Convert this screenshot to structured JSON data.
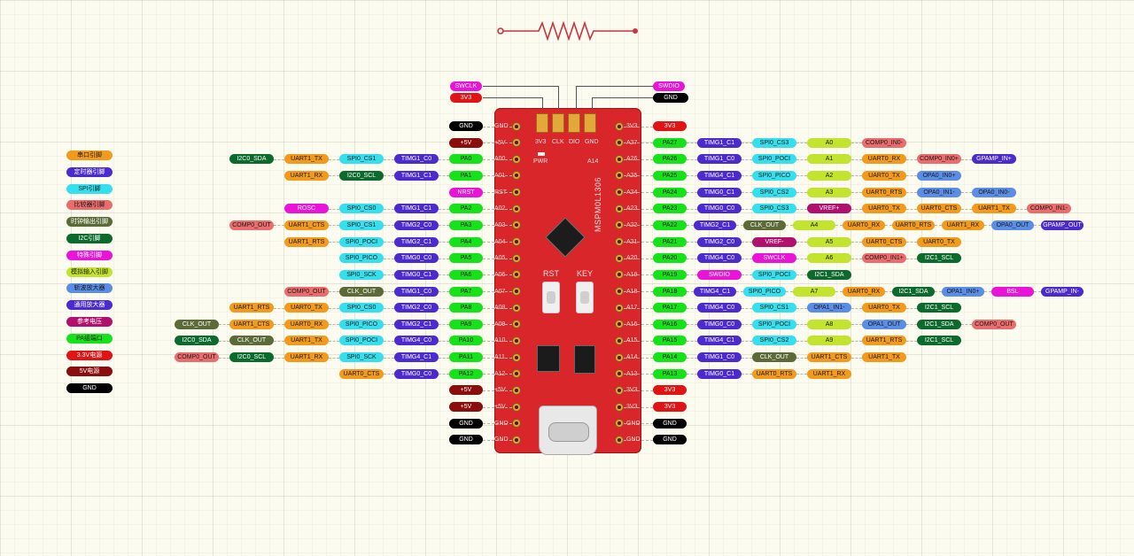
{
  "board": {
    "name": "MSPM0L1306",
    "swd_labels": [
      "3V3",
      "CLK",
      "DIO",
      "GND"
    ],
    "pwr_label": "PWR",
    "a14_label": "A14",
    "rst_label": "RST",
    "key_label": "KEY"
  },
  "top_labels": {
    "swclk": "SWCLK",
    "swclk_3v3": "3V3",
    "swdio": "SWDIO",
    "swdio_gnd": "GND"
  },
  "colors": {
    "port": "#16e21a",
    "timg": "#4b2bd0",
    "spi": "#35e0ee",
    "uart": "#f29a1c",
    "i2c": "#0c6b2c",
    "analog": "#c2e42e",
    "opa": "#5a8de6",
    "comp": "#ea6c6c",
    "clk": "#5b6a36",
    "special": "#ea14d8",
    "vref": "#b0106e",
    "gnd": "#000000",
    "v33": "#e01414",
    "v5": "#8a0e0e",
    "board": "#d8262a"
  },
  "legend": [
    {
      "text": "串口引脚",
      "color": "uart"
    },
    {
      "text": "定时器引脚",
      "color": "timg"
    },
    {
      "text": "SPI引脚",
      "color": "spi"
    },
    {
      "text": "比较器引脚",
      "color": "comp"
    },
    {
      "text": "时钟输出引脚",
      "color": "clk"
    },
    {
      "text": "I2C引脚",
      "color": "i2c"
    },
    {
      "text": "特殊引脚",
      "color": "special"
    },
    {
      "text": "模拟输入引脚",
      "color": "analog"
    },
    {
      "text": "斩波放大器",
      "color": "opa"
    },
    {
      "text": "通用放大器",
      "color": "timg"
    },
    {
      "text": "参考电压",
      "color": "vref"
    },
    {
      "text": "PA组端口",
      "color": "port"
    },
    {
      "text": "3.3V电源",
      "color": "v33"
    },
    {
      "text": "5V电源",
      "color": "v5"
    },
    {
      "text": "GND",
      "color": "gnd"
    }
  ],
  "left_pins": [
    {
      "pin": "GND",
      "port": {
        "text": "GND",
        "color": "gnd"
      },
      "chips": []
    },
    {
      "pin": "+5V",
      "port": {
        "text": "+5V",
        "color": "v5"
      },
      "chips": []
    },
    {
      "pin": "A00",
      "port": {
        "text": "PA0",
        "color": "port"
      },
      "chips": [
        {
          "text": "TIMG1_C0",
          "color": "timg"
        },
        {
          "text": "SPI0_CS1",
          "color": "spi"
        },
        {
          "text": "UART1_TX",
          "color": "uart"
        },
        {
          "text": "I2C0_SDA",
          "color": "i2c"
        }
      ]
    },
    {
      "pin": "A01",
      "port": {
        "text": "PA1",
        "color": "port"
      },
      "chips": [
        {
          "text": "TIMG1_C1",
          "color": "timg"
        },
        {
          "text": "I2C0_SCL",
          "color": "i2c"
        },
        {
          "text": "UART1_RX",
          "color": "uart"
        }
      ]
    },
    {
      "pin": "RST",
      "port": {
        "text": "NRST",
        "color": "special"
      },
      "chips": []
    },
    {
      "pin": "A02",
      "port": {
        "text": "PA2",
        "color": "port"
      },
      "chips": [
        {
          "text": "TIMG1_C1",
          "color": "timg"
        },
        {
          "text": "SPI0_CS0",
          "color": "spi"
        },
        {
          "text": "ROSC",
          "color": "special"
        }
      ]
    },
    {
      "pin": "A03",
      "port": {
        "text": "PA3",
        "color": "port"
      },
      "chips": [
        {
          "text": "TIMG2_C0",
          "color": "timg"
        },
        {
          "text": "SPI0_CS1",
          "color": "spi"
        },
        {
          "text": "UART1_CTS",
          "color": "uart"
        },
        {
          "text": "COMP0_OUT",
          "color": "comp"
        }
      ]
    },
    {
      "pin": "A04",
      "port": {
        "text": "PA4",
        "color": "port"
      },
      "chips": [
        {
          "text": "TIMG2_C1",
          "color": "timg"
        },
        {
          "text": "SPI0_POCI",
          "color": "spi"
        },
        {
          "text": "UART1_RTS",
          "color": "uart"
        }
      ]
    },
    {
      "pin": "A05",
      "port": {
        "text": "PA5",
        "color": "port"
      },
      "chips": [
        {
          "text": "TIMG0_C0",
          "color": "timg"
        },
        {
          "text": "SPI0_PICO",
          "color": "spi"
        }
      ]
    },
    {
      "pin": "A06",
      "port": {
        "text": "PA6",
        "color": "port"
      },
      "chips": [
        {
          "text": "TIMG0_C1",
          "color": "timg"
        },
        {
          "text": "SPI0_SCK",
          "color": "spi"
        }
      ]
    },
    {
      "pin": "A07",
      "port": {
        "text": "PA7",
        "color": "port"
      },
      "chips": [
        {
          "text": "TIMG1_C0",
          "color": "timg"
        },
        {
          "text": "CLK_OUT",
          "color": "clk"
        },
        {
          "text": "COMP0_OUT",
          "color": "comp"
        }
      ]
    },
    {
      "pin": "A08",
      "port": {
        "text": "PA8",
        "color": "port"
      },
      "chips": [
        {
          "text": "TIMG2_C0",
          "color": "timg"
        },
        {
          "text": "SPI0_CS0",
          "color": "spi"
        },
        {
          "text": "UART0_TX",
          "color": "uart"
        },
        {
          "text": "UART1_RTS",
          "color": "uart"
        }
      ]
    },
    {
      "pin": "A09",
      "port": {
        "text": "PA9",
        "color": "port"
      },
      "chips": [
        {
          "text": "TIMG2_C1",
          "color": "timg"
        },
        {
          "text": "SPI0_PICO",
          "color": "spi"
        },
        {
          "text": "UART0_RX",
          "color": "uart"
        },
        {
          "text": "UART1_CTS",
          "color": "uart"
        },
        {
          "text": "CLK_OUT",
          "color": "clk"
        }
      ]
    },
    {
      "pin": "A10",
      "port": {
        "text": "PA10",
        "color": "port"
      },
      "chips": [
        {
          "text": "TIMG4_C0",
          "color": "timg"
        },
        {
          "text": "SPI0_POCI",
          "color": "spi"
        },
        {
          "text": "UART1_TX",
          "color": "uart"
        },
        {
          "text": "CLK_OUT",
          "color": "clk"
        },
        {
          "text": "I2C0_SDA",
          "color": "i2c"
        }
      ]
    },
    {
      "pin": "A11",
      "port": {
        "text": "PA11",
        "color": "port"
      },
      "chips": [
        {
          "text": "TIMG4_C1",
          "color": "timg"
        },
        {
          "text": "SPI0_SCK",
          "color": "spi"
        },
        {
          "text": "UART1_RX",
          "color": "uart"
        },
        {
          "text": "I2C0_SCL",
          "color": "i2c"
        },
        {
          "text": "COMP0_OUT",
          "color": "comp"
        }
      ]
    },
    {
      "pin": "A12",
      "port": {
        "text": "PA12",
        "color": "port"
      },
      "chips": [
        {
          "text": "TIMG0_C0",
          "color": "timg"
        },
        {
          "text": "UART0_CTS",
          "color": "uart"
        }
      ]
    },
    {
      "pin": "+5V",
      "port": {
        "text": "+5V",
        "color": "v5"
      },
      "chips": []
    },
    {
      "pin": "+5V",
      "port": {
        "text": "+5V",
        "color": "v5"
      },
      "chips": []
    },
    {
      "pin": "GND",
      "port": {
        "text": "GND",
        "color": "gnd"
      },
      "chips": []
    },
    {
      "pin": "GND",
      "port": {
        "text": "GND",
        "color": "gnd"
      },
      "chips": []
    }
  ],
  "right_pins": [
    {
      "pin": "3V3",
      "port": {
        "text": "3V3",
        "color": "v33"
      },
      "chips": []
    },
    {
      "pin": "A27",
      "port": {
        "text": "PA27",
        "color": "port"
      },
      "chips": [
        {
          "text": "TIMG1_C1",
          "color": "timg"
        },
        {
          "text": "SPI0_CS3",
          "color": "spi"
        },
        {
          "text": "A0",
          "color": "analog"
        },
        {
          "text": "COMP0_IN0-",
          "color": "comp"
        }
      ]
    },
    {
      "pin": "A26",
      "port": {
        "text": "PA26",
        "color": "port"
      },
      "chips": [
        {
          "text": "TIMG1_C0",
          "color": "timg"
        },
        {
          "text": "SPI0_POCI",
          "color": "spi"
        },
        {
          "text": "A1",
          "color": "analog"
        },
        {
          "text": "UART0_RX",
          "color": "uart"
        },
        {
          "text": "COMP0_IN0+",
          "color": "comp"
        },
        {
          "text": "GPAMP_IN+",
          "color": "timg"
        }
      ]
    },
    {
      "pin": "A25",
      "port": {
        "text": "PA25",
        "color": "port"
      },
      "chips": [
        {
          "text": "TIMG4_C1",
          "color": "timg"
        },
        {
          "text": "SPI0_PICO",
          "color": "spi"
        },
        {
          "text": "A2",
          "color": "analog"
        },
        {
          "text": "UART0_TX",
          "color": "uart"
        },
        {
          "text": "OPA0_IN0+",
          "color": "opa"
        }
      ]
    },
    {
      "pin": "A24",
      "port": {
        "text": "PA24",
        "color": "port"
      },
      "chips": [
        {
          "text": "TIMG0_C1",
          "color": "timg"
        },
        {
          "text": "SPI0_CS2",
          "color": "spi"
        },
        {
          "text": "A3",
          "color": "analog"
        },
        {
          "text": "UART0_RTS",
          "color": "uart"
        },
        {
          "text": "OPA0_IN1-",
          "color": "opa"
        },
        {
          "text": "OPA0_IN0-",
          "color": "opa"
        }
      ]
    },
    {
      "pin": "A23",
      "port": {
        "text": "PA23",
        "color": "port"
      },
      "chips": [
        {
          "text": "TIMG0_C0",
          "color": "timg"
        },
        {
          "text": "SPI0_CS3",
          "color": "spi"
        },
        {
          "text": "VREF+",
          "color": "vref"
        },
        {
          "text": "UART0_TX",
          "color": "uart"
        },
        {
          "text": "UART0_CTS",
          "color": "uart"
        },
        {
          "text": "UART1_TX",
          "color": "uart"
        },
        {
          "text": "COMP0_IN1-",
          "color": "comp"
        }
      ]
    },
    {
      "pin": "A22",
      "port": {
        "text": "PA22",
        "color": "port"
      },
      "chips": [
        {
          "text": "TIMG2_C1",
          "color": "timg"
        },
        {
          "text": "CLK_OUT",
          "color": "clk"
        },
        {
          "text": "A4",
          "color": "analog"
        },
        {
          "text": "UART0_RX",
          "color": "uart"
        },
        {
          "text": "UART0_RTS",
          "color": "uart"
        },
        {
          "text": "UART1_RX",
          "color": "uart"
        },
        {
          "text": "OPA0_OUT",
          "color": "opa"
        },
        {
          "text": "GPAMP_OUT",
          "color": "timg"
        }
      ]
    },
    {
      "pin": "A21",
      "port": {
        "text": "PA21",
        "color": "port"
      },
      "chips": [
        {
          "text": "TIMG2_C0",
          "color": "timg"
        },
        {
          "text": "VREF-",
          "color": "vref"
        },
        {
          "text": "A5",
          "color": "analog"
        },
        {
          "text": "UART0_CTS",
          "color": "uart"
        },
        {
          "text": "UART0_TX",
          "color": "uart"
        }
      ]
    },
    {
      "pin": "A20",
      "port": {
        "text": "PA20",
        "color": "port"
      },
      "chips": [
        {
          "text": "TIMG4_C0",
          "color": "timg"
        },
        {
          "text": "SWCLK",
          "color": "special"
        },
        {
          "text": "A6",
          "color": "analog"
        },
        {
          "text": "COMP0_IN1+",
          "color": "comp"
        },
        {
          "text": "I2C1_SCL",
          "color": "i2c"
        }
      ]
    },
    {
      "pin": "A19",
      "port": {
        "text": "PA19",
        "color": "port"
      },
      "chips": [
        {
          "text": "SWDIO",
          "color": "special"
        },
        {
          "text": "SPI0_POCI",
          "color": "spi"
        },
        {
          "text": "I2C1_SDA",
          "color": "i2c"
        }
      ]
    },
    {
      "pin": "A18",
      "port": {
        "text": "PA18",
        "color": "port"
      },
      "chips": [
        {
          "text": "TIMG4_C1",
          "color": "timg"
        },
        {
          "text": "SPI0_PICO",
          "color": "spi"
        },
        {
          "text": "A7",
          "color": "analog"
        },
        {
          "text": "UART0_RX",
          "color": "uart"
        },
        {
          "text": "I2C1_SDA",
          "color": "i2c"
        },
        {
          "text": "OPA1_IN0+",
          "color": "opa"
        },
        {
          "text": "BSL",
          "color": "special"
        },
        {
          "text": "GPAMP_IN-",
          "color": "timg"
        }
      ]
    },
    {
      "pin": "A17",
      "port": {
        "text": "PA17",
        "color": "port"
      },
      "chips": [
        {
          "text": "TIMG4_C0",
          "color": "timg"
        },
        {
          "text": "SPI0_CS1",
          "color": "spi"
        },
        {
          "text": "OPA1_IN1-",
          "color": "opa"
        },
        {
          "text": "UART0_TX",
          "color": "uart"
        },
        {
          "text": "I2C1_SCL",
          "color": "i2c"
        }
      ]
    },
    {
      "pin": "A16",
      "port": {
        "text": "PA16",
        "color": "port"
      },
      "chips": [
        {
          "text": "TIMG0_C0",
          "color": "timg"
        },
        {
          "text": "SPI0_POCI",
          "color": "spi"
        },
        {
          "text": "A8",
          "color": "analog"
        },
        {
          "text": "OPA1_OUT",
          "color": "opa"
        },
        {
          "text": "I2C1_SDA",
          "color": "i2c"
        },
        {
          "text": "COMP0_OUT",
          "color": "comp"
        }
      ]
    },
    {
      "pin": "A15",
      "port": {
        "text": "PA15",
        "color": "port"
      },
      "chips": [
        {
          "text": "TIMG4_C1",
          "color": "timg"
        },
        {
          "text": "SPI0_CS2",
          "color": "spi"
        },
        {
          "text": "A9",
          "color": "analog"
        },
        {
          "text": "UART1_RTS",
          "color": "uart"
        },
        {
          "text": "I2C1_SCL",
          "color": "i2c"
        }
      ]
    },
    {
      "pin": "A14",
      "port": {
        "text": "PA14",
        "color": "port"
      },
      "chips": [
        {
          "text": "TIMG1_C0",
          "color": "timg"
        },
        {
          "text": "CLK_OUT",
          "color": "clk"
        },
        {
          "text": "UART1_CTS",
          "color": "uart"
        },
        {
          "text": "UART1_TX",
          "color": "uart"
        }
      ]
    },
    {
      "pin": "A13",
      "port": {
        "text": "PA13",
        "color": "port"
      },
      "chips": [
        {
          "text": "TIMG0_C1",
          "color": "timg"
        },
        {
          "text": "UART0_RTS",
          "color": "uart"
        },
        {
          "text": "UART1_RX",
          "color": "uart"
        }
      ]
    },
    {
      "pin": "3V3",
      "port": {
        "text": "3V3",
        "color": "v33"
      },
      "chips": []
    },
    {
      "pin": "3V3",
      "port": {
        "text": "3V3",
        "color": "v33"
      },
      "chips": []
    },
    {
      "pin": "GND",
      "port": {
        "text": "GND",
        "color": "gnd"
      },
      "chips": []
    },
    {
      "pin": "GND",
      "port": {
        "text": "GND",
        "color": "gnd"
      },
      "chips": []
    }
  ]
}
